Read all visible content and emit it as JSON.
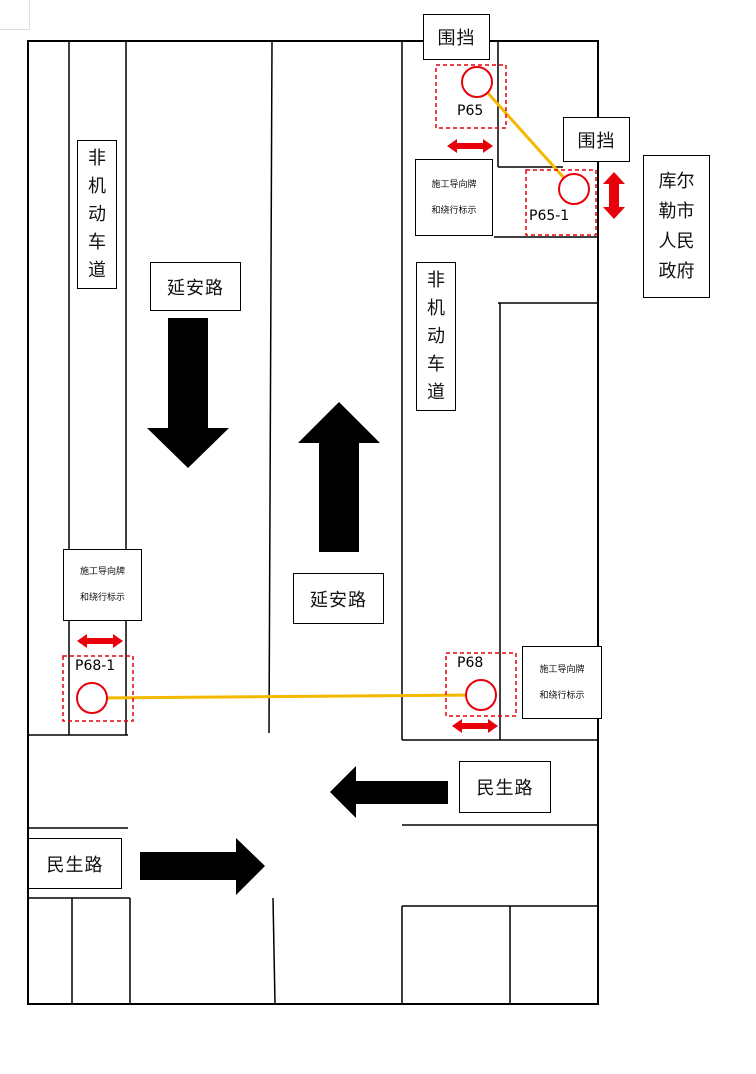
{
  "roads": {
    "yanan_upper": "延安路",
    "yanan_lower": "延安路",
    "minsheng_right": "民生路",
    "minsheng_left": "民生路"
  },
  "lanes": {
    "left": [
      "非",
      "机",
      "动",
      "车",
      "道"
    ],
    "right": [
      "非",
      "机",
      "动",
      "车",
      "道"
    ]
  },
  "hoarding": {
    "top": "围挡",
    "right": "围挡"
  },
  "building": {
    "lines": [
      "库尔",
      "勒市",
      "人民",
      "政府"
    ]
  },
  "signs": {
    "line1": "施工导向牌",
    "line2": "和绕行标示"
  },
  "poles": {
    "p65": "P65",
    "p65_1": "P65-1",
    "p68": "P68",
    "p68_1": "P68-1"
  },
  "colors": {
    "cable": "#f5b800",
    "pole": "#e8000b",
    "dashed_box": "#e8000b",
    "arrow": "#000000",
    "move_arrow": "#e8000b"
  }
}
